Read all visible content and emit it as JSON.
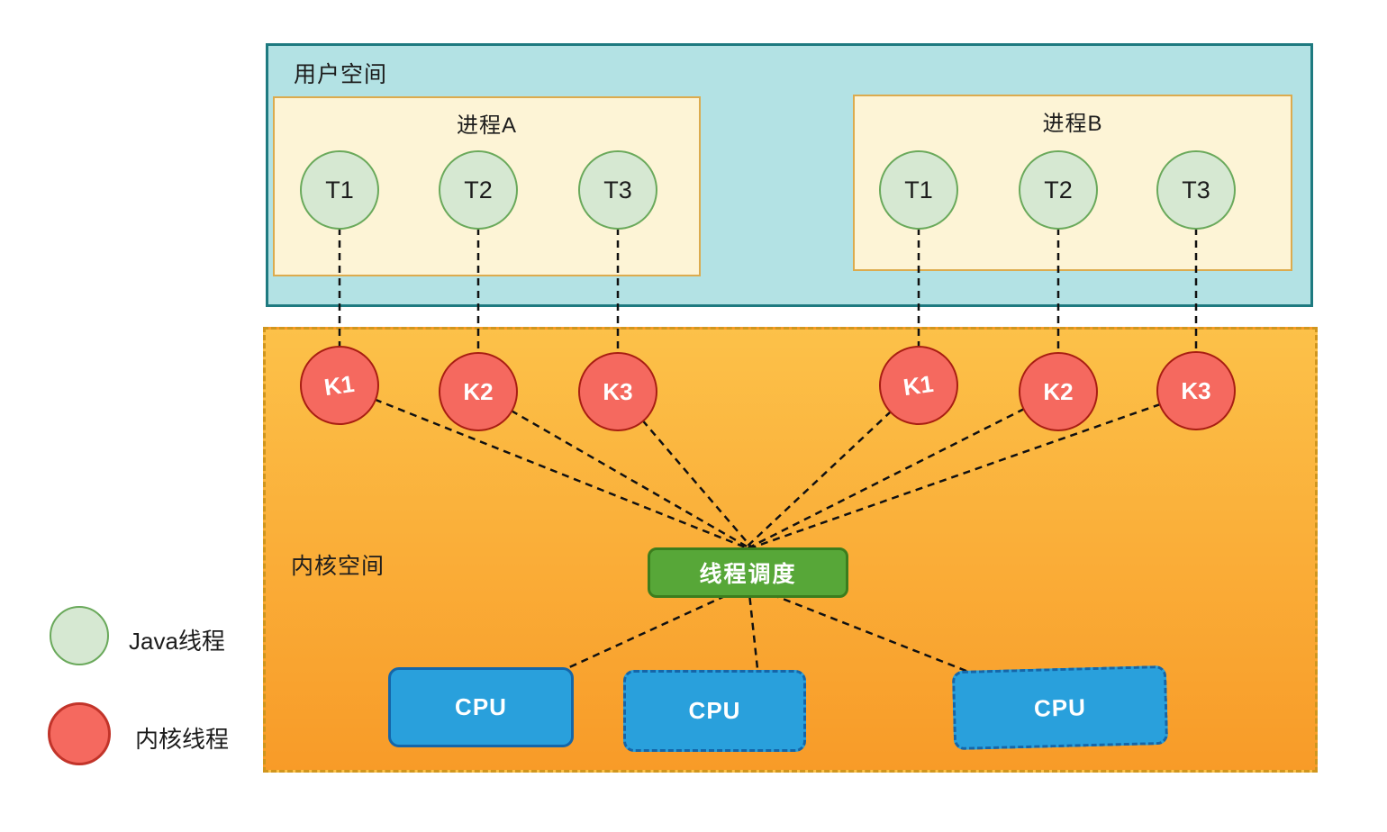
{
  "user_space": {
    "label": "用户空间"
  },
  "kernel_space": {
    "label": "内核空间"
  },
  "processes": [
    {
      "label": "进程A",
      "threads": [
        "T1",
        "T2",
        "T3"
      ]
    },
    {
      "label": "进程B",
      "threads": [
        "T1",
        "T2",
        "T3"
      ]
    }
  ],
  "kernel_threads": {
    "left": [
      "K1",
      "K2",
      "K3"
    ],
    "right": [
      "K1",
      "K2",
      "K3"
    ]
  },
  "scheduler": {
    "label": "线程调度"
  },
  "cpus": [
    {
      "label": "CPU"
    },
    {
      "label": "CPU"
    },
    {
      "label": "CPU"
    }
  ],
  "legend": {
    "java": {
      "swatch": "java-thread-circle",
      "label": "Java线程"
    },
    "kernel": {
      "swatch": "kernel-thread-circle",
      "label": "内核线程"
    }
  },
  "colors": {
    "user-fill": "#b3e2e4",
    "user-border": "#1e7a80",
    "proc-fill": "#fdf4d6",
    "proc-border": "#dcab4e",
    "java-fill": "#d6e8d2",
    "java-border": "#6aa95b",
    "kern-top": "#fcc149",
    "kern-bottom": "#f89b28",
    "kern-border": "#d0961e",
    "kthread-fill": "#f5695f",
    "kthread-border": "#a81e12",
    "sched-fill": "#57a738",
    "sched-border": "#3c7d1d",
    "cpu-fill": "#29a0dc",
    "cpu-border": "#1566a9",
    "line": "#111111",
    "text": "#1c1c1c"
  }
}
